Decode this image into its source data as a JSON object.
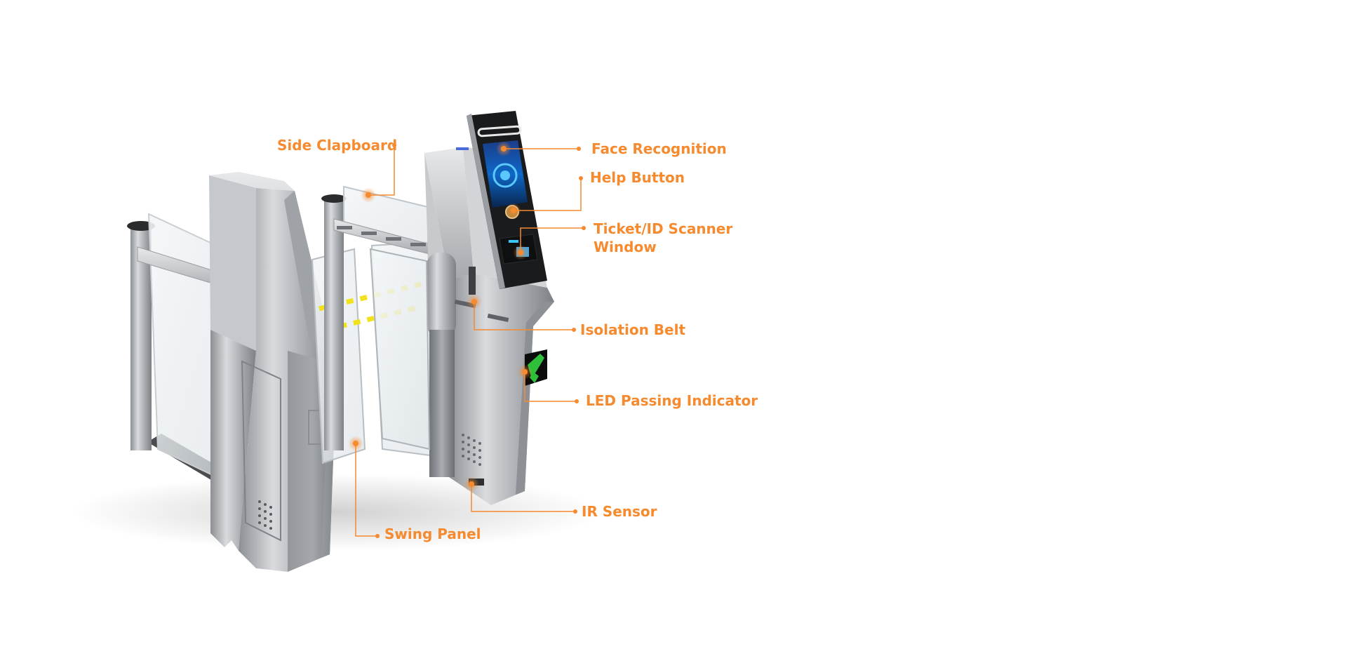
{
  "accent_color": "#f58a2e",
  "callouts": {
    "side_clapboard": "Side Clapboard",
    "face_recognition": "Face Recognition",
    "help_button": "Help Button",
    "ticket_scanner_line1": "Ticket/ID Scanner",
    "ticket_scanner_line2": "Window",
    "isolation_belt": "Isolation Belt",
    "led_passing_indicator": "LED Passing Indicator",
    "ir_sensor": "IR Sensor",
    "swing_panel": "Swing Panel"
  }
}
